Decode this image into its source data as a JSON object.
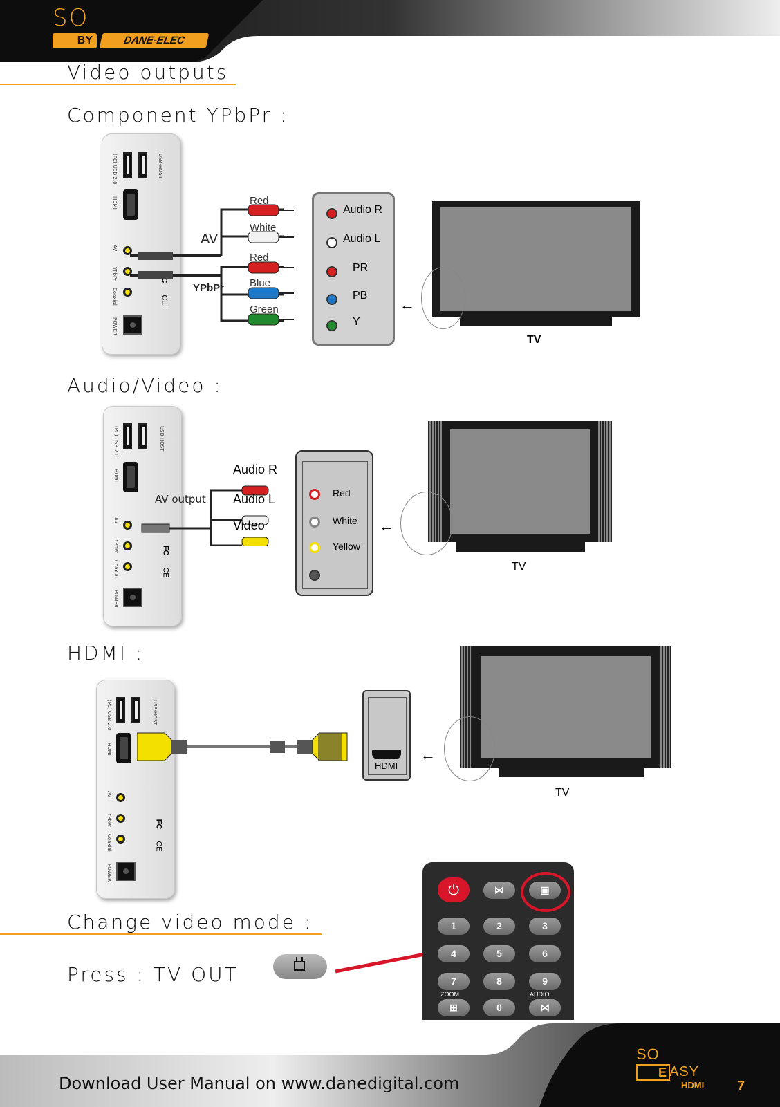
{
  "brand": {
    "so": "SO",
    "by": "BY",
    "dane_elec": "DANE-ELEC"
  },
  "sections": {
    "video_outputs": "Video outputs",
    "component": "Component YPbPr :",
    "audio_video": "Audio/Video :",
    "hdmi": "HDMI :",
    "change_mode": "Change video mode :",
    "press": "Press : TV OUT"
  },
  "device": {
    "usb_label": "USB-HOST",
    "usb2_label": "(PC) USB 2.0",
    "hdmi_label": "HDMI",
    "av_label": "AV",
    "ypbpr_label": "YPbPr",
    "coaxial_label": "Coaxial",
    "power_label": "POWER",
    "fc": "FC",
    "ce": "CE"
  },
  "component_diagram": {
    "cable_av": "AV",
    "cable_ypbpr": "YPbPr",
    "plugs": [
      "Red",
      "White",
      "Red",
      "Blue",
      "Green"
    ],
    "panel": [
      "Audio R",
      "Audio L",
      "PR",
      "PB",
      "Y"
    ],
    "tv": "TV",
    "colors": {
      "red": "#d42020",
      "white": "#f2f2f2",
      "blue": "#1e78c8",
      "green": "#1f8a2e"
    }
  },
  "av_diagram": {
    "output_label": "AV output",
    "plugs": [
      "Audio R",
      "Audio L",
      "Video"
    ],
    "panel": [
      "Red",
      "White",
      "Yellow"
    ],
    "tv": "TV"
  },
  "hdmi_diagram": {
    "panel_label": "HDMI",
    "tv": "TV"
  },
  "remote": {
    "buttons": [
      "1",
      "2",
      "3",
      "4",
      "5",
      "6",
      "7",
      "8",
      "9",
      "0"
    ],
    "zoom": "ZOOM",
    "audio": "AUDIO",
    "highlight_color": "#d8162a"
  },
  "footer": {
    "download": "Download User Manual on www.danedigital.com",
    "so": "SO",
    "e": "E",
    "asy": "ASY",
    "hdmi": "HDMI",
    "page": "7"
  },
  "accent_color": "#f0a01e"
}
